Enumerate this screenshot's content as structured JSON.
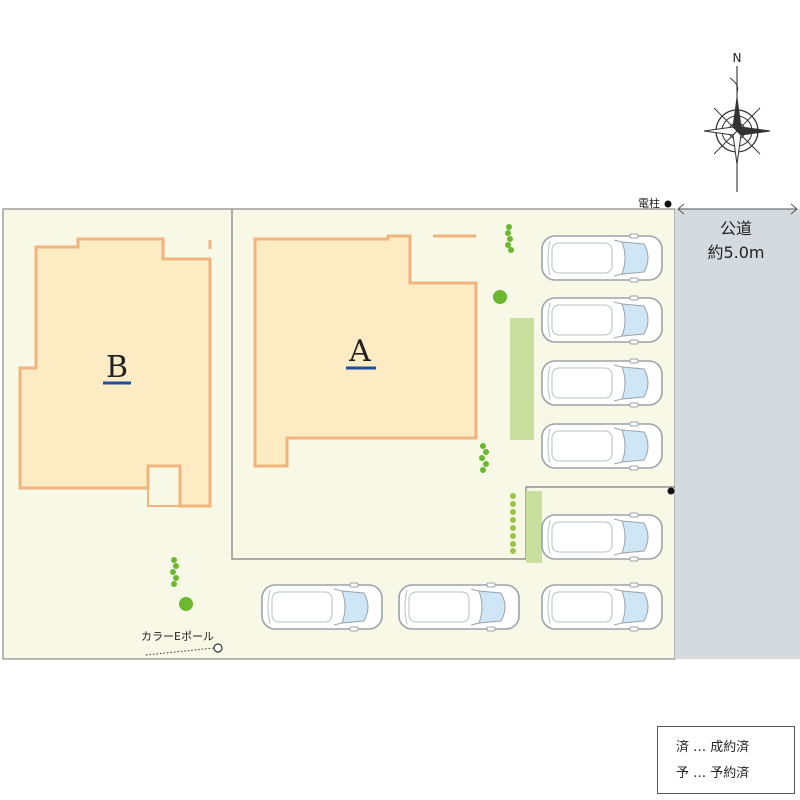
{
  "compass": {
    "north_label": "N"
  },
  "road": {
    "label": "公道",
    "width_label": "約5.0m"
  },
  "utility_pole_label": "電柱",
  "e_pole_label": "カラーEポール",
  "lots": [
    {
      "id": "A",
      "label": "A",
      "status": ""
    },
    {
      "id": "B",
      "label": "B",
      "status": ""
    }
  ],
  "legend": {
    "items": [
      {
        "mark": "済",
        "sep": "…",
        "meaning": "成約済"
      },
      {
        "mark": "予",
        "sep": "…",
        "meaning": "予約済"
      }
    ]
  },
  "colors": {
    "site": "#f8f8e6",
    "building": "#fdebc4",
    "building_outline": "#f1b47d",
    "road": "#d5dadf",
    "green_strip": "#c9df9d",
    "lot_underline": "#1f4ea3",
    "car_glass": "#cfe6f6",
    "tree": "#6ab82f"
  }
}
